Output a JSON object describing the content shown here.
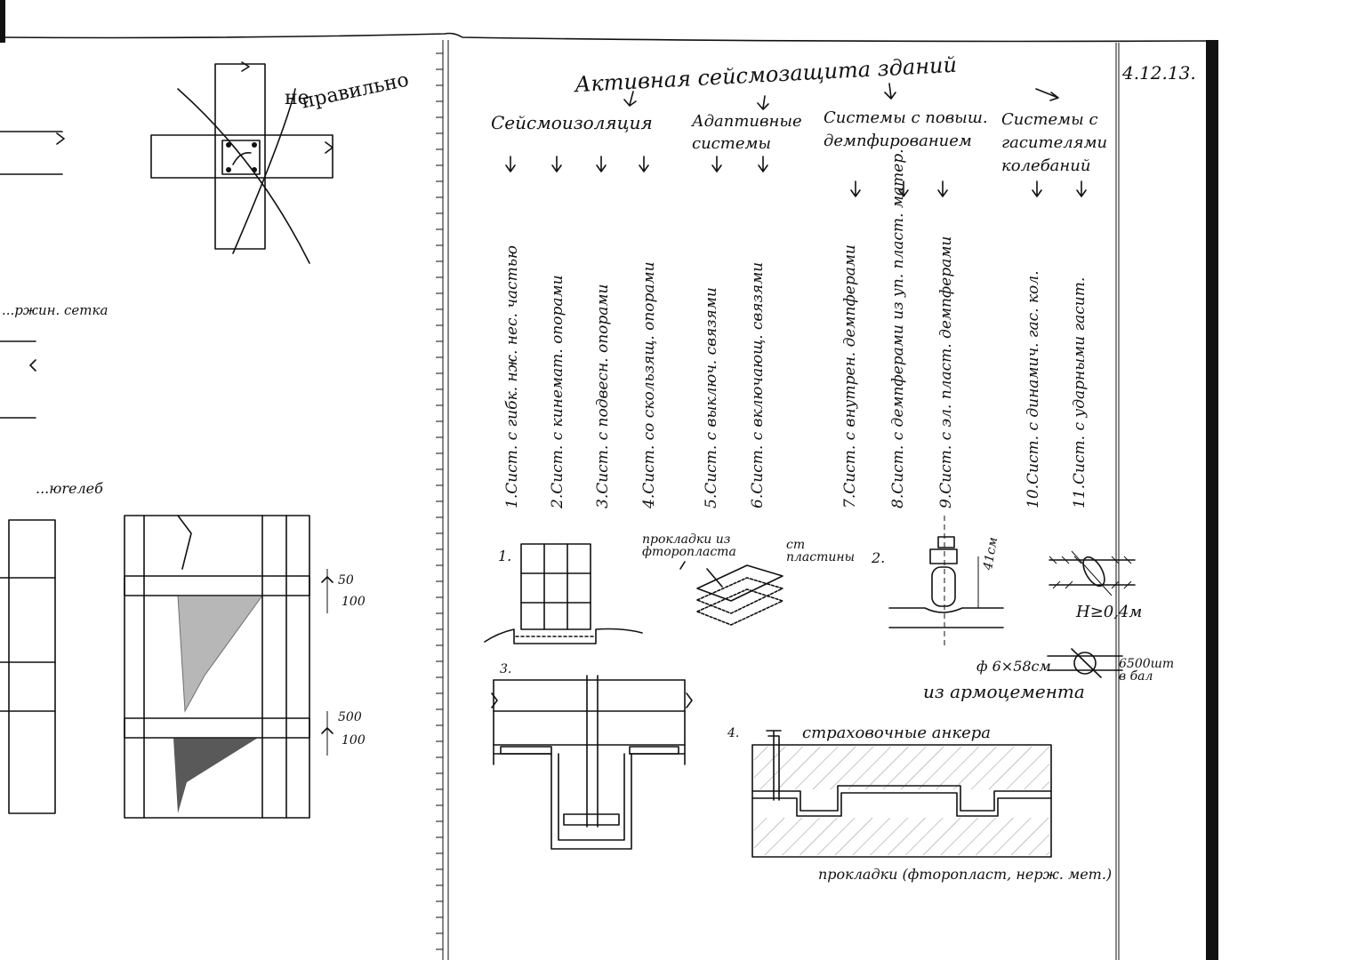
{
  "date": "4.12.13.",
  "left_page": {
    "note_wrong": [
      "не",
      "правильно"
    ],
    "note_mesh": "...ржин. сетка",
    "note_units": "...юrелеб",
    "dims_top": [
      "50",
      "100"
    ],
    "dims_bottom": [
      "500",
      "100"
    ]
  },
  "right_page": {
    "title": "Активная сейсмозащита зданий",
    "categories": [
      {
        "label": "Сейсмоизоляция"
      },
      {
        "label": "Адаптивные системы"
      },
      {
        "label": "Системы с повыш. демпфированием"
      },
      {
        "label": "Системы с гасителями колебаний"
      }
    ],
    "systems": [
      "1.Сист. с гибк. нж. нес. частью",
      "2.Сист. с кинемат. опорами",
      "3.Сист. с подвесн. опорами",
      "4.Сист. со скользящ. опорами",
      "5.Сист. с выключ. связями",
      "6.Сист. с включающ. связями",
      "7.Сист. с внутрен. демпферами",
      "8.Сист. с демпферами из уп. пласт. матер.",
      "9.Сист. с эл. пласт. демпферами",
      "10.Сист. с динамич. гас. кол.",
      "11.Сист. с ударными гасит."
    ],
    "fig1": {
      "num": "1.",
      "label_spacer": "прокладки из фторопласта",
      "label_plates": "ст пластины"
    },
    "fig2": {
      "num": "2.",
      "dim": "41см",
      "h": "H≥0,4м"
    },
    "rod": {
      "size": "ф 6×58см",
      "count": "6500шт в бал",
      "material": "из армоцемента"
    },
    "fig3": {
      "num": "3."
    },
    "fig4": {
      "num": "4.",
      "label_top": "страховочные анкера",
      "label_bottom": "прокладки (фторопласт, нерж. мет.)"
    }
  }
}
